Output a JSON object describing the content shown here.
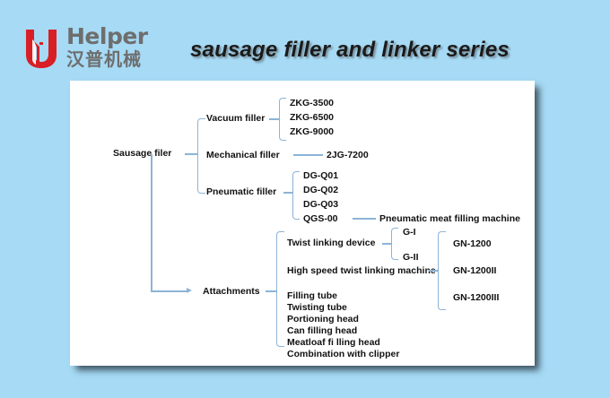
{
  "header": {
    "logo_name": "Helper",
    "logo_name_cn": "汉普机械",
    "logo_icon": "helper-u-logo",
    "banner_title": "sausage filler and linker series",
    "background_color": "#a6daf5",
    "logo_mark_color": "#d81f26",
    "logo_text_color": "#6e6e6e"
  },
  "panel": {
    "background_color": "#ffffff",
    "line_color": "#8cb4d8",
    "text_color": "#111111"
  },
  "diagram": {
    "type": "tree",
    "root": "Sausage filer",
    "attachments_label": "Attachments",
    "filler_types": [
      {
        "label": "Vacuum filler",
        "models": [
          "ZKG-3500",
          "ZKG-6500",
          "ZKG-9000"
        ]
      },
      {
        "label": "Mechanical filler",
        "models": [
          "2JG-7200"
        ]
      },
      {
        "label": "Pneumatic filler",
        "models": [
          "DG-Q01",
          "DG-Q02",
          "DG-Q03",
          "QGS-00"
        ],
        "note": "Pneumatic meat filling machine"
      }
    ],
    "attachment_items": [
      {
        "label": "Twist linking device",
        "variants": [
          "G-I",
          "G-II"
        ]
      },
      {
        "label": "High speed twist linking machine"
      },
      {
        "label": "Filling tube"
      },
      {
        "label": "Twisting tube"
      },
      {
        "label": "Portioning head"
      },
      {
        "label": "Can filling head"
      },
      {
        "label": "Meatloaf fi lling head"
      },
      {
        "label": "Combination with clipper"
      }
    ],
    "gn_models": [
      "GN-1200",
      "GN-1200II",
      "GN-1200III"
    ]
  }
}
